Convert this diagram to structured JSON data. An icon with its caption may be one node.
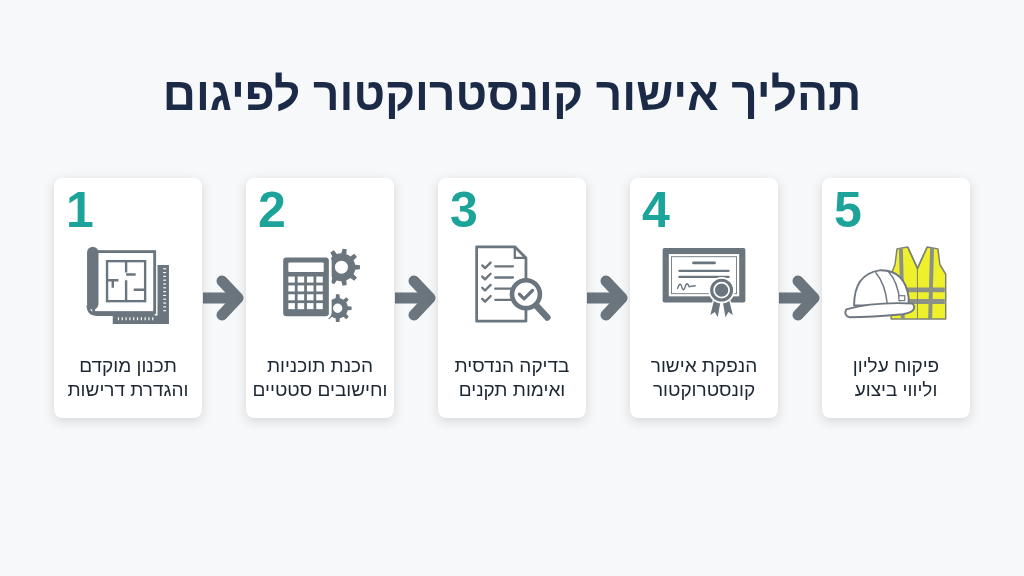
{
  "diagram": {
    "title": "תהליך אישור קונסטרוקטור לפיגום",
    "nodes": [
      {
        "text": [
          "1",
          "תכנון מוקדם והגדרת דרישות"
        ]
      },
      {
        "text": [
          "2",
          "הכנת תוכניות וחישובים סטטיים"
        ]
      },
      {
        "text": [
          "3",
          "בדיקה הנדסית ואימות תקנים"
        ]
      },
      {
        "text": [
          "4",
          "הנפקת אישור קונסטרוקטור"
        ]
      },
      {
        "text": [
          "5",
          "פיקוח עליון וליווי ביצוע"
        ]
      }
    ],
    "edges": [
      {
        "from": 0,
        "to": 1,
        "arrow": "to"
      },
      {
        "from": 1,
        "to": 2,
        "arrow": "to"
      },
      {
        "from": 2,
        "to": 3,
        "arrow": "to"
      },
      {
        "from": 3,
        "to": 4,
        "arrow": "to"
      }
    ]
  }
}
